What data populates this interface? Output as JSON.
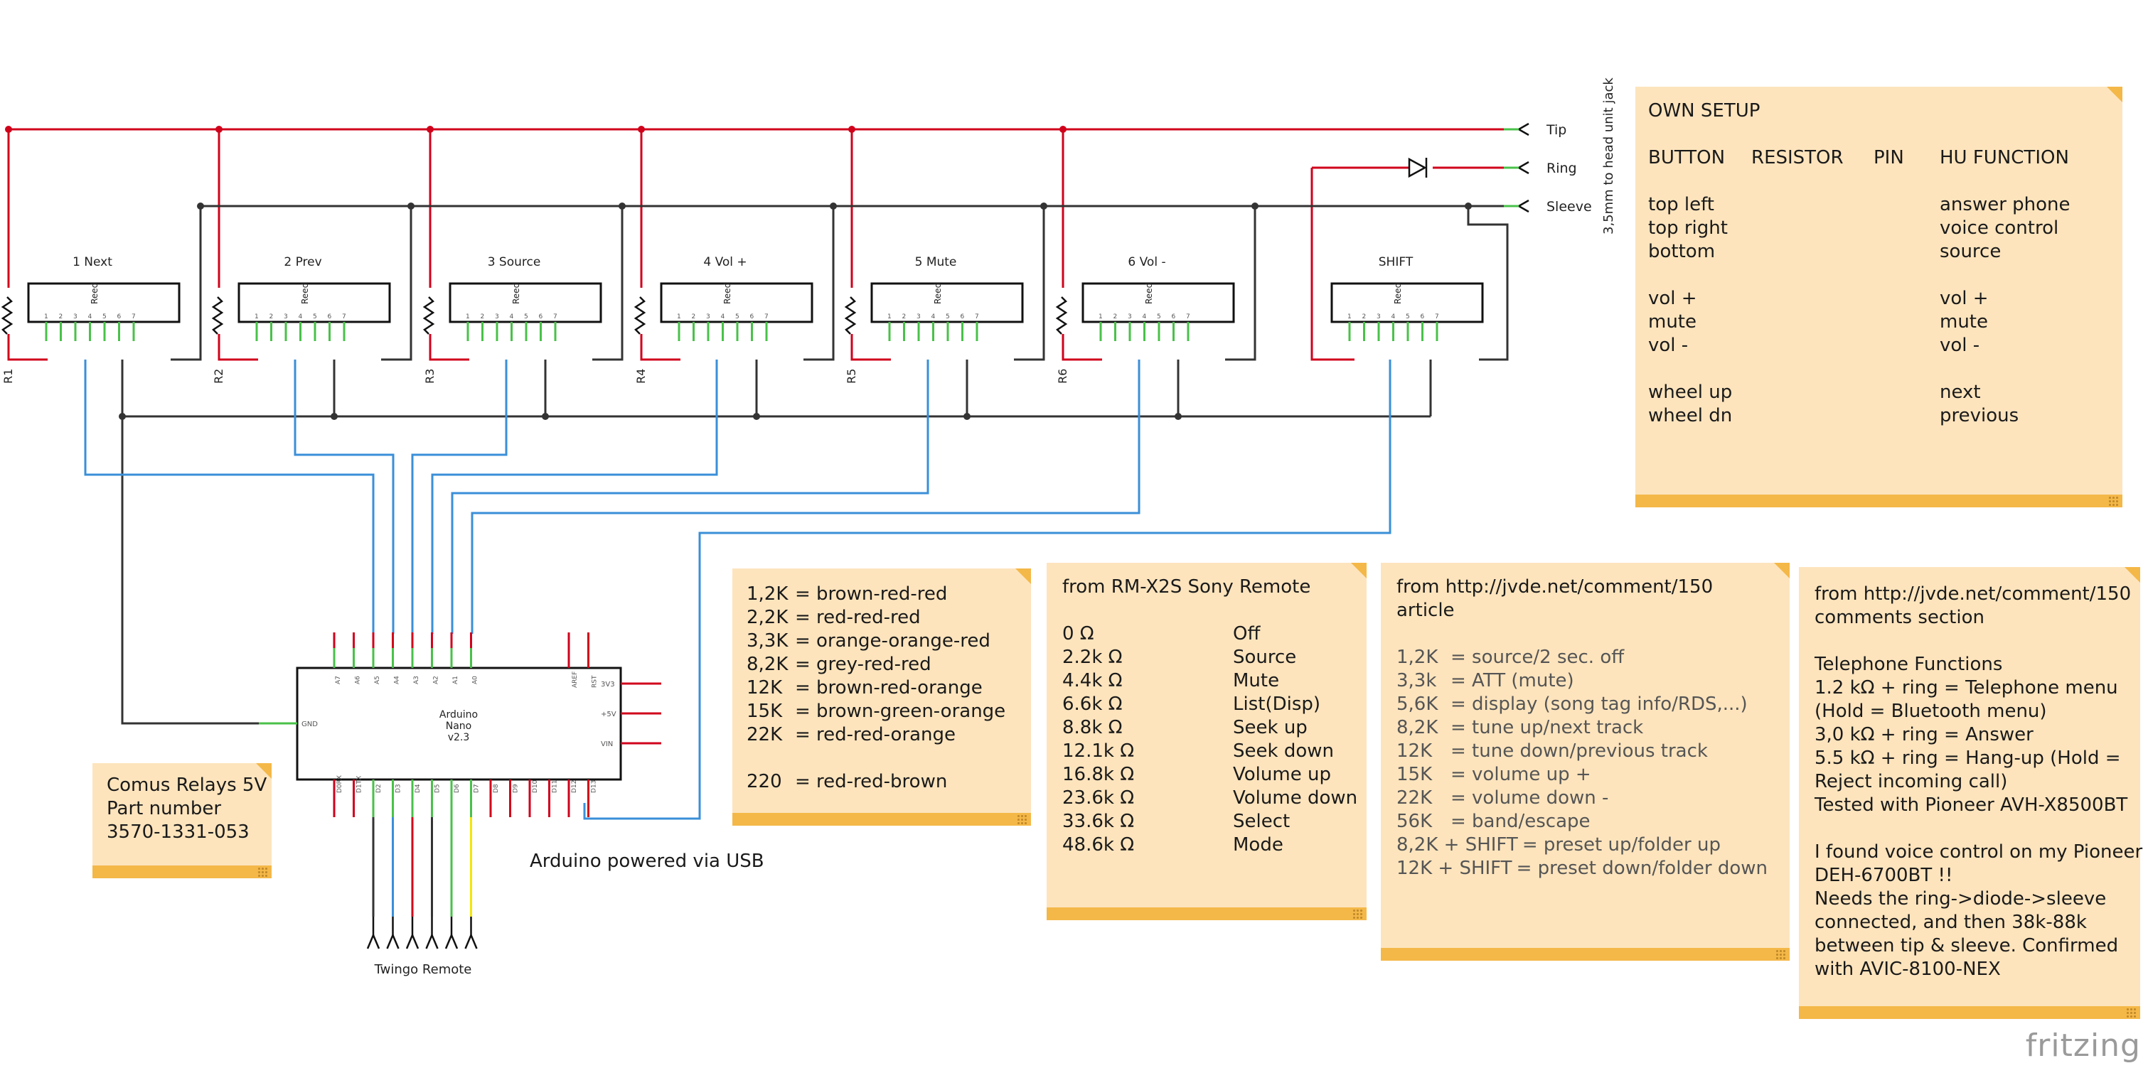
{
  "relays": [
    {
      "label": "1 Next",
      "resistor": "R1"
    },
    {
      "label": "2 Prev",
      "resistor": "R2"
    },
    {
      "label": "3 Source",
      "resistor": "R3"
    },
    {
      "label": "4 Vol +",
      "resistor": "R4"
    },
    {
      "label": "5 Mute",
      "resistor": "R5"
    },
    {
      "label": "6 Vol -",
      "resistor": "R6"
    },
    {
      "label": "SHIFT",
      "resistor": ""
    }
  ],
  "relay_chip_label": "Reed",
  "relay_pins": [
    "1",
    "2",
    "3",
    "4",
    "5",
    "6",
    "7"
  ],
  "jack": {
    "tip": "Tip",
    "ring": "Ring",
    "sleeve": "Sleeve",
    "caption": "3,5mm to head unit jack"
  },
  "arduino": {
    "name_line1": "Arduino",
    "name_line2": "Nano",
    "name_line3": "v2.3",
    "top_pins": [
      "A7",
      "A6",
      "A5",
      "A4",
      "A3",
      "A2",
      "A1",
      "A0"
    ],
    "top_right_pins": [
      "AREF",
      "RST"
    ],
    "right_pins": [
      "3V3",
      "+5V",
      "VIN"
    ],
    "left_pins": [
      "GND"
    ],
    "bottom_pins": [
      "D0RX",
      "D1TX",
      "D2",
      "D3",
      "D4",
      "D5",
      "D6",
      "D7",
      "D8",
      "D9",
      "D10",
      "D11",
      "D12",
      "D13"
    ]
  },
  "twingo_label": "Twingo Remote",
  "powered_label": "Arduino powered via USB",
  "colors": {
    "red": "#d0021b",
    "blue": "#3a8fd8",
    "black": "#333333",
    "green": "#49c149",
    "yellow": "#f2e60a"
  },
  "notes": {
    "own_setup": {
      "title": "OWN SETUP",
      "headers": [
        "BUTTON",
        "RESISTOR",
        "PIN",
        "HU FUNCTION"
      ],
      "rows": [
        [
          "top left",
          "answer phone"
        ],
        [
          "top right",
          "voice control"
        ],
        [
          "bottom",
          "source"
        ],
        [
          "",
          ""
        ],
        [
          "vol +",
          "vol +"
        ],
        [
          "mute",
          "mute"
        ],
        [
          "vol -",
          "vol -"
        ],
        [
          "",
          ""
        ],
        [
          "wheel up",
          "next"
        ],
        [
          "wheel dn",
          "previous"
        ]
      ]
    },
    "colors": {
      "rows": [
        [
          "1,2K",
          "=  brown-red-red"
        ],
        [
          "2,2K",
          "=  red-red-red"
        ],
        [
          "3,3K",
          "=  orange-orange-red"
        ],
        [
          "8,2K",
          "=  grey-red-red"
        ],
        [
          "12K",
          "=  brown-red-orange"
        ],
        [
          "15K",
          "=  brown-green-orange"
        ],
        [
          "22K",
          "=  red-red-orange"
        ],
        [
          "",
          ""
        ],
        [
          "220",
          "= red-red-brown"
        ]
      ]
    },
    "sony": {
      "title": "from RM-X2S Sony Remote",
      "rows": [
        [
          "0 Ω",
          "Off"
        ],
        [
          "2.2k Ω",
          "Source"
        ],
        [
          "4.4k Ω",
          "Mute"
        ],
        [
          "6.6k Ω",
          "List(Disp)"
        ],
        [
          "8.8k Ω",
          "Seek up"
        ],
        [
          "12.1k Ω",
          "Seek down"
        ],
        [
          "16.8k Ω",
          "Volume up"
        ],
        [
          "23.6k Ω",
          "Volume down"
        ],
        [
          "33.6k Ω",
          "Select"
        ],
        [
          "48.6k Ω",
          "Mode"
        ]
      ]
    },
    "jvde_article": {
      "title_line1": "from http://jvde.net/comment/150",
      "title_line2": "article",
      "rows": [
        [
          "1,2K",
          "=  source/2 sec. off"
        ],
        [
          "3,3k",
          "=  ATT (mute)"
        ],
        [
          "5,6K",
          "=  display (song tag info/RDS,...)"
        ],
        [
          "8,2K",
          "=  tune up/next track"
        ],
        [
          "12K",
          "=  tune down/previous track"
        ],
        [
          "15K",
          "=  volume up +"
        ],
        [
          "22K",
          "=  volume down -"
        ],
        [
          "56K",
          "=  band/escape"
        ],
        [
          "8,2K + SHIFT",
          "=  preset up/folder up"
        ],
        [
          "12K + SHIFT",
          "=  preset down/folder down"
        ]
      ]
    },
    "jvde_comments": {
      "lines": [
        "from http://jvde.net/comment/150",
        "comments section",
        "",
        "Telephone Functions",
        "1.2 kΩ + ring  = Telephone menu",
        "(Hold = Bluetooth menu)",
        "3,0 kΩ + ring = Answer",
        "5.5  kΩ + ring = Hang-up (Hold =",
        "Reject incoming call)",
        "Tested with Pioneer AVH-X8500BT",
        "",
        "I found voice control on my Pioneer",
        "DEH-6700BT !!",
        "Needs the ring->diode->sleeve",
        "connected, and then 38k-88k",
        "between tip & sleeve. Confirmed",
        "with AVIC-8100-NEX"
      ]
    },
    "comus": {
      "lines": [
        "Comus Relays 5V",
        "Part number",
        "3570-1331-053"
      ]
    }
  },
  "watermark": "fritzing"
}
